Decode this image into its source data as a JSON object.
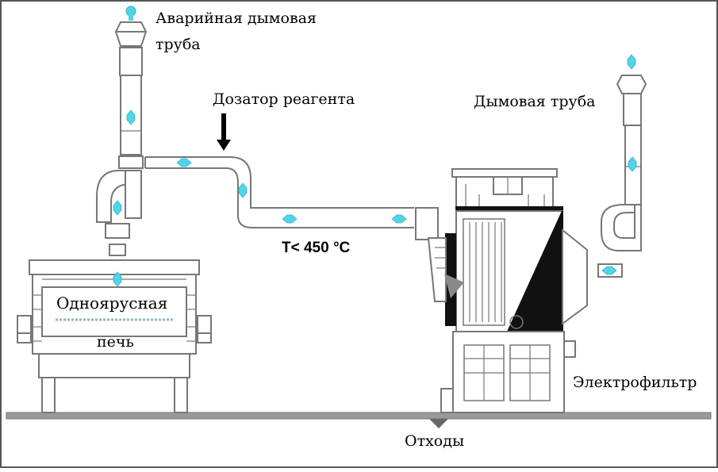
{
  "labels": {
    "emergency_stack_line1": "Аварийная дымовая",
    "emergency_stack_line2": "труба",
    "reagent_doser": "Дозатор реагента",
    "stack": "Дымовая труба",
    "temperature": "T< 450 °C",
    "furnace_line1": "Одноярусная",
    "furnace_line2": "печь",
    "electrofilter": "Электрофильтр",
    "waste": "Отходы"
  },
  "colors": {
    "outline": "#777777",
    "flow_arrow": "#53d3e6",
    "dark_fill": "#111111",
    "hopper_arrow": "#8a8a8a",
    "background": "#ffffff"
  }
}
